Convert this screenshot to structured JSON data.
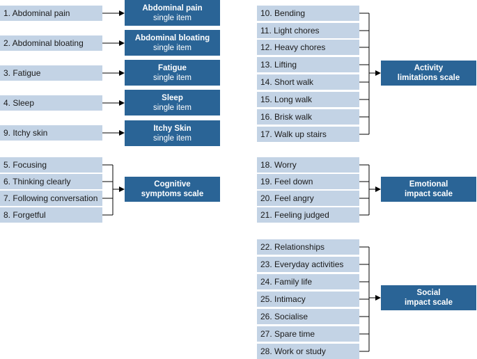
{
  "single_items": [
    {
      "item": "1. Abdominal pain",
      "title": "Abdominal pain",
      "subtitle": "single item"
    },
    {
      "item": "2. Abdominal bloating",
      "title": "Abdominal bloating",
      "subtitle": "single item"
    },
    {
      "item": "3. Fatigue",
      "title": "Fatigue",
      "subtitle": "single item"
    },
    {
      "item": "4. Sleep",
      "title": "Sleep",
      "subtitle": "single item"
    },
    {
      "item": "9. Itchy skin",
      "title": "Itchy Skin",
      "subtitle": "single item"
    }
  ],
  "cognitive": {
    "items": [
      "5. Focusing",
      "6. Thinking clearly",
      "7. Following conversation",
      "8. Forgetful"
    ],
    "title_line1": "Cognitive",
    "title_line2": "symptoms scale"
  },
  "activity": {
    "items": [
      "10. Bending",
      "11. Light chores",
      "12. Heavy chores",
      "13. Lifting",
      "14. Short walk",
      "15. Long walk",
      "16. Brisk walk",
      "17. Walk up stairs"
    ],
    "title_line1": "Activity",
    "title_line2": "limitations scale"
  },
  "emotional": {
    "items": [
      "18. Worry",
      "19. Feel down",
      "20. Feel angry",
      "21. Feeling judged"
    ],
    "title_line1": "Emotional",
    "title_line2": "impact scale"
  },
  "social": {
    "items": [
      "22. Relationships",
      "23. Everyday activities",
      "24. Family life",
      "25. Intimacy",
      "26. Socialise",
      "27. Spare time",
      "28. Work or study"
    ],
    "title_line1": "Social",
    "title_line2": "impact scale"
  },
  "colors": {
    "item_fill": "#c3d3e5",
    "scale_fill": "#2a6496",
    "line": "#000000"
  }
}
